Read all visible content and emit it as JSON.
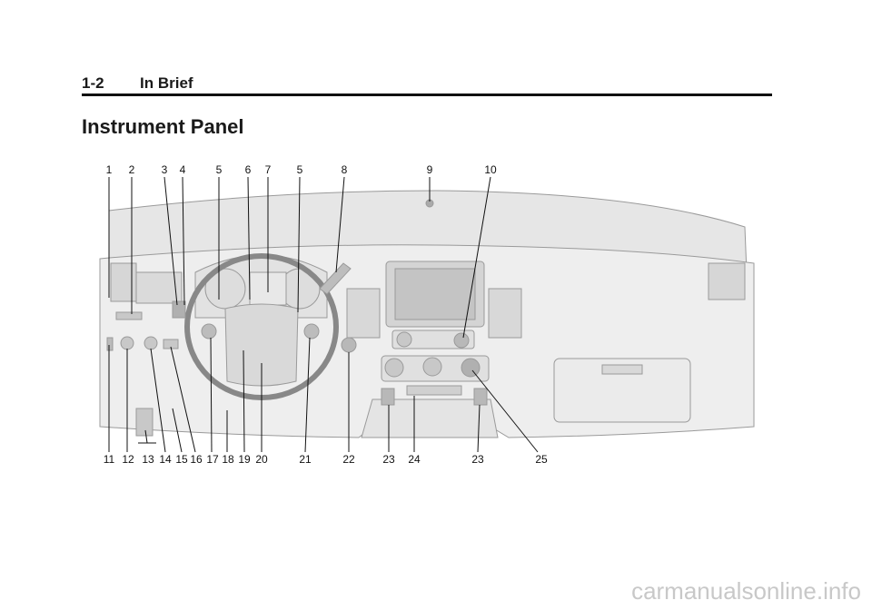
{
  "header": {
    "page_number": "1-2",
    "section": "In Brief"
  },
  "title": "Instrument Panel",
  "callouts": {
    "top": [
      "1",
      "2",
      "3",
      "4",
      "5",
      "6",
      "7",
      "5",
      "8",
      "9",
      "10"
    ],
    "bottom": [
      "11",
      "12",
      "13",
      "14",
      "15",
      "16",
      "17",
      "18",
      "19",
      "20",
      "21",
      "22",
      "23",
      "24",
      "23",
      "25"
    ]
  },
  "footer": {
    "watermark": "carmanualsonline.info"
  }
}
